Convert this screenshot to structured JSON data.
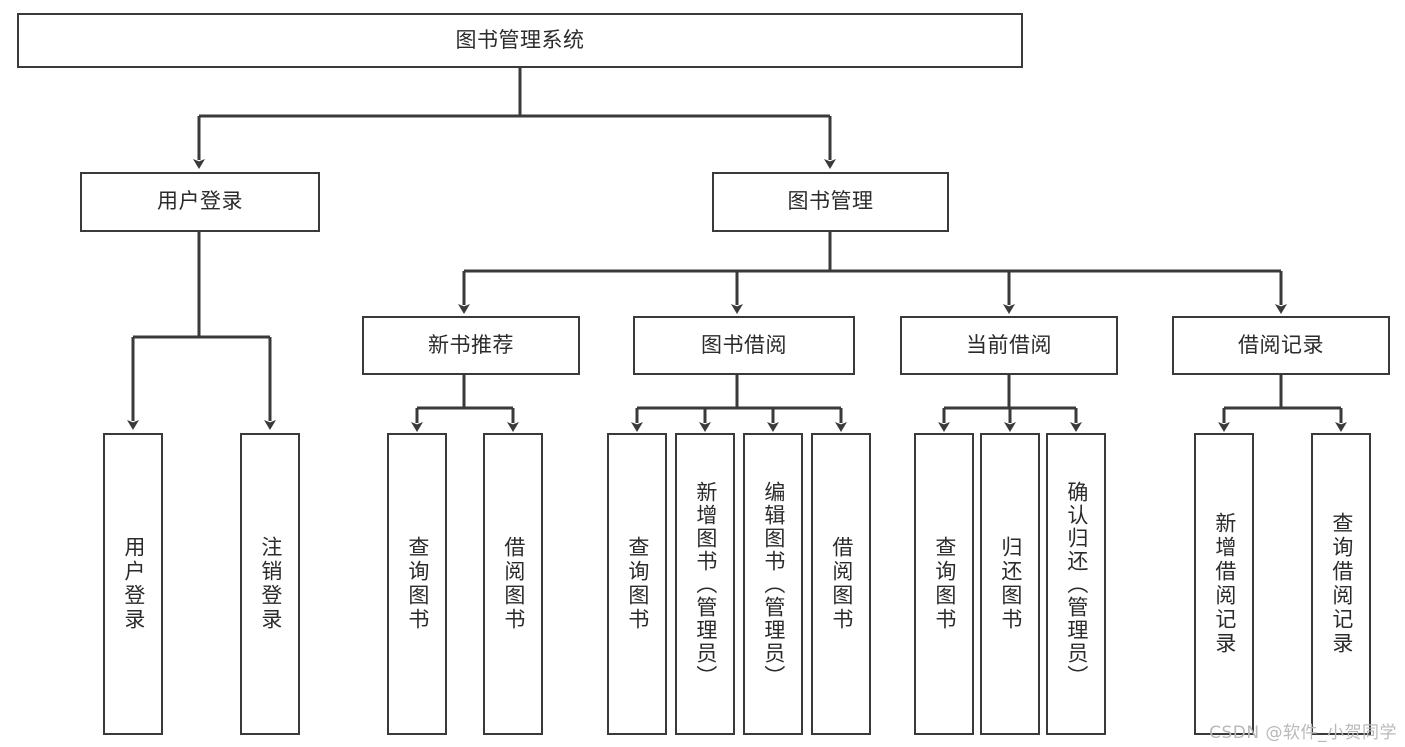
{
  "diagram": {
    "title": "图书管理系统",
    "type": "functional-structure-tree",
    "colors": {
      "box_border": "#3a3a3a",
      "box_fill": "#ffffff",
      "edge": "#3a3a3a",
      "text": "#2b2b2b",
      "watermark": "#b9b9b9",
      "background": "#ffffff"
    },
    "watermark": "CSDN @软件_小贺同学",
    "nodes": {
      "root": {
        "label": "图书管理系统"
      },
      "level2": [
        {
          "label": "用户登录"
        },
        {
          "label": "图书管理"
        }
      ],
      "level3": [
        {
          "label": "新书推荐"
        },
        {
          "label": "图书借阅"
        },
        {
          "label": "当前借阅"
        },
        {
          "label": "借阅记录"
        }
      ],
      "leaves": {
        "user_login": [
          {
            "label": "用户登录"
          },
          {
            "label": "注销登录"
          }
        ],
        "new_book_recommend": [
          {
            "label": "查询图书"
          },
          {
            "label": "借阅图书"
          }
        ],
        "book_borrow": [
          {
            "label": "查询图书"
          },
          {
            "label": "新增图书（管理员）"
          },
          {
            "label": "编辑图书（管理员）"
          },
          {
            "label": "借阅图书"
          }
        ],
        "current_borrow": [
          {
            "label": "查询图书"
          },
          {
            "label": "归还图书"
          },
          {
            "label": "确认归还（管理员）"
          }
        ],
        "borrow_record": [
          {
            "label": "新增借阅记录"
          },
          {
            "label": "查询借阅记录"
          }
        ]
      }
    }
  }
}
